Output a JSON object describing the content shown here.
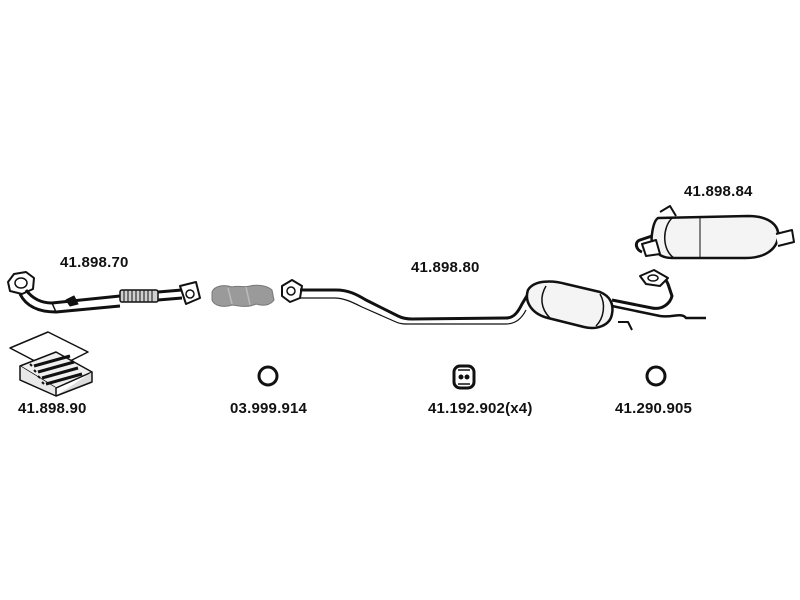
{
  "parts": {
    "front_pipe": {
      "number": "41.898.70"
    },
    "middle_pipe": {
      "number": "41.898.80"
    },
    "rear_muffler": {
      "number": "41.898.84"
    },
    "mounting_kit": {
      "number": "41.898.90"
    },
    "seal_ring_a": {
      "number": "03.999.914"
    },
    "rubber_hanger": {
      "number": "41.192.902(x4)"
    },
    "seal_ring_b": {
      "number": "41.290.905"
    }
  },
  "colors": {
    "line": "#111111",
    "flexible_section": "#9a9a9a",
    "muffler_fill": "#f4f4f4",
    "background": "#ffffff"
  }
}
